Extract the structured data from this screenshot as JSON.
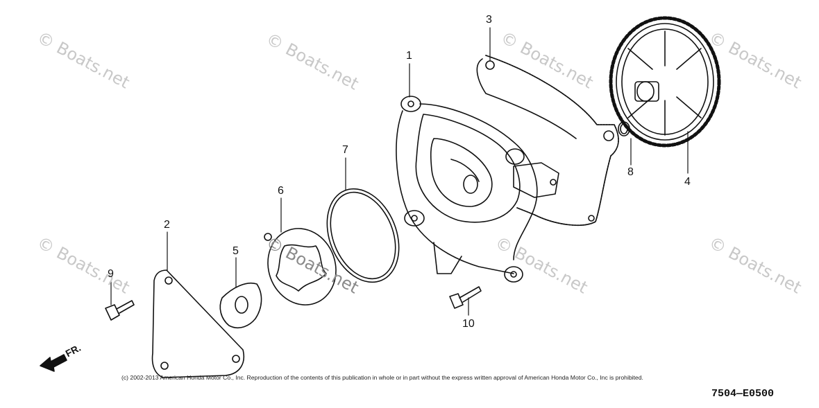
{
  "watermarks": [
    "© Boats.net",
    "© Boats.net",
    "© Boats.net",
    "© Boats.net",
    "© Boats.net",
    "© Boats.net",
    "© Boats.net",
    "© Boats.net"
  ],
  "callouts": [
    "1",
    "2",
    "3",
    "4",
    "5",
    "6",
    "7",
    "8",
    "9",
    "10"
  ],
  "front_label": "FR.",
  "copyright": "(c) 2002-2013 American Honda Motor Co., Inc. Reproduction of the contents of this publication in whole or in part without the express written approval of American Honda Motor Co., Inc is prohibited.",
  "figure_code": "7504—E0500",
  "colors": {
    "line": "#111111",
    "watermark": "#c8c8c8"
  }
}
